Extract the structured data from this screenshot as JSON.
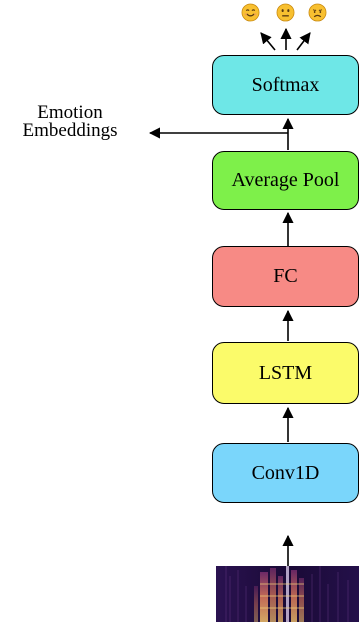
{
  "blocks": {
    "softmax": {
      "label": "Softmax",
      "color": "#6ee7e7"
    },
    "average_pool": {
      "label": "Average Pool",
      "color": "#7ef04a"
    },
    "fc": {
      "label": "FC",
      "color": "#f78a85"
    },
    "lstm": {
      "label": "LSTM",
      "color": "#fbfb6a"
    },
    "conv1d": {
      "label": "Conv1D",
      "color": "#7ad6fb"
    }
  },
  "side_label": {
    "line1": "Emotion",
    "line2": "Embeddings"
  },
  "emojis": [
    "happy-face",
    "neutral-face",
    "sad-face"
  ]
}
